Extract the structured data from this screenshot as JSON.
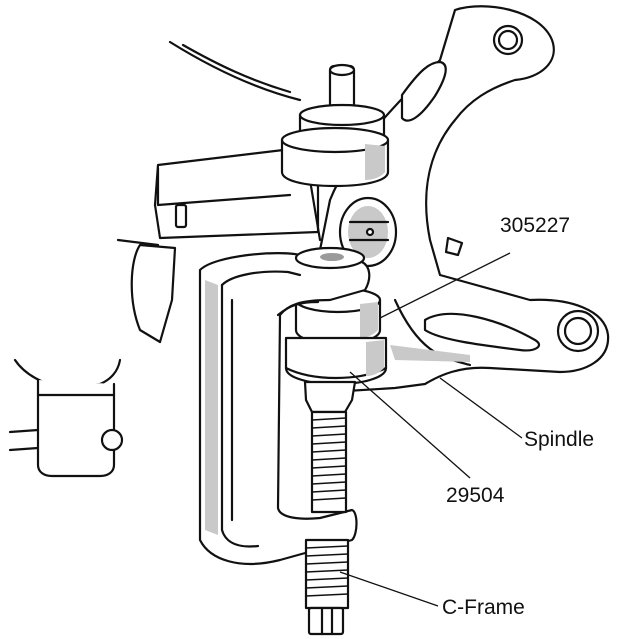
{
  "callouts": {
    "part_305227": "305227",
    "spindle": "Spindle",
    "part_29504": "29504",
    "c_frame": "C-Frame"
  },
  "colors": {
    "ink": "#111111",
    "shade": "#c9c9c9",
    "background": "#ffffff"
  }
}
